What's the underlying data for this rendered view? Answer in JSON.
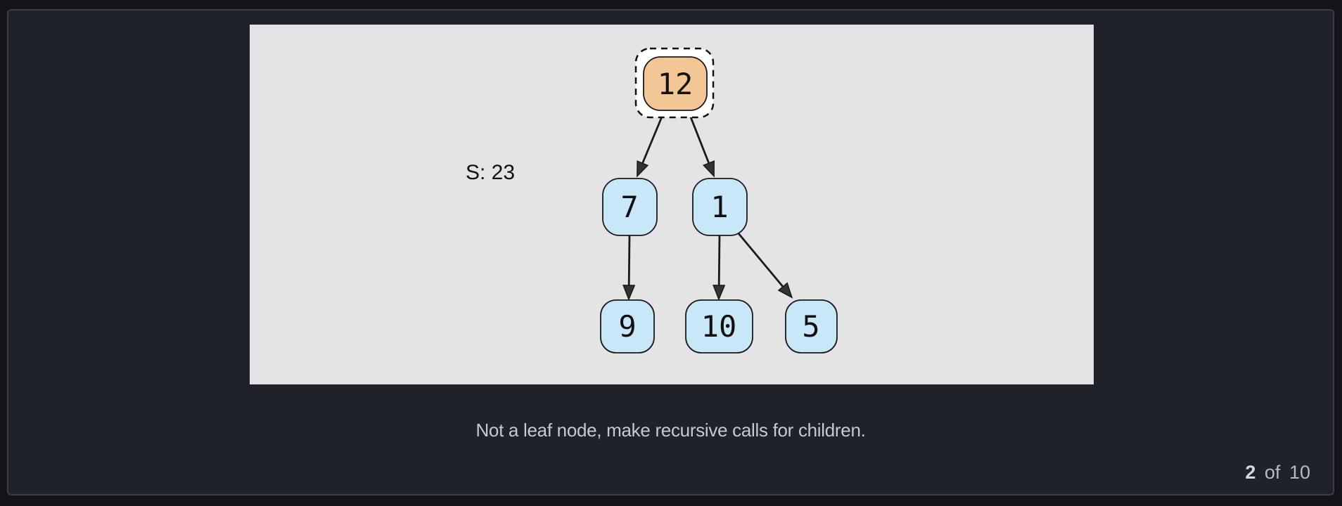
{
  "slide": {
    "caption": "Not a leaf node, make recursive calls for children.",
    "page_indicator": {
      "current": "2",
      "separator": "of",
      "total": "10"
    }
  },
  "diagram": {
    "type": "tree",
    "sum_label": "S: 23",
    "nodes": [
      {
        "id": "12",
        "label": "12",
        "parent": null,
        "state": "current",
        "fill": "#f3c795"
      },
      {
        "id": "7",
        "label": "7",
        "parent": "12",
        "state": "default",
        "fill": "#c8e8f8"
      },
      {
        "id": "1",
        "label": "1",
        "parent": "12",
        "state": "default",
        "fill": "#c8e8f8"
      },
      {
        "id": "9",
        "label": "9",
        "parent": "7",
        "state": "default",
        "fill": "#c8e8f8"
      },
      {
        "id": "10",
        "label": "10",
        "parent": "1",
        "state": "default",
        "fill": "#c8e8f8"
      },
      {
        "id": "5",
        "label": "5",
        "parent": "1",
        "state": "default",
        "fill": "#c8e8f8"
      }
    ],
    "edges": [
      {
        "from": "12",
        "to": "7"
      },
      {
        "from": "12",
        "to": "1"
      },
      {
        "from": "7",
        "to": "9"
      },
      {
        "from": "1",
        "to": "10"
      },
      {
        "from": "1",
        "to": "5"
      }
    ],
    "colors": {
      "canvas_background": "#e4e4e4",
      "highlight_fill": "#ffffff",
      "node_stroke": "#1a1a1a",
      "edge_stroke": "#1a1a1a",
      "arrowhead_fill": "#333333",
      "current_node_fill": "#f3c795",
      "default_node_fill": "#c8e8f8"
    }
  },
  "theme": {
    "page_background": "#13151a",
    "panel_background": "#1f222a",
    "panel_border": "#3b3e46",
    "caption_color": "#c6c9cf"
  }
}
